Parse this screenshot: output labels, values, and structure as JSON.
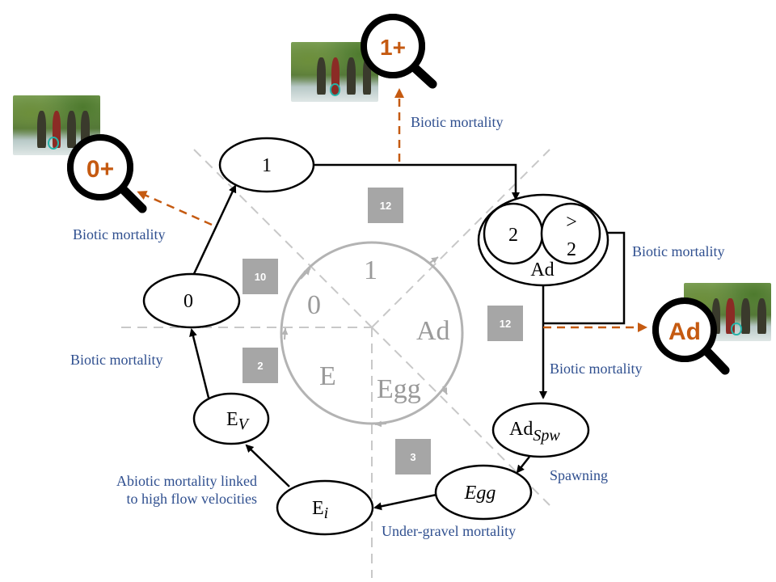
{
  "nodes": {
    "stage1": "1",
    "stage0": "0",
    "ev_main": "E",
    "ev_sub": "V",
    "ei_main": "E",
    "ei_sub": "i",
    "egg": "Egg",
    "adspw_main": "Ad",
    "adspw_sub": "Spw",
    "ad_inner_2": "2",
    "ad_inner_gt": ">",
    "ad_inner_gt2": "2",
    "ad_label": "Ad"
  },
  "center": {
    "q1": "1",
    "q0": "0",
    "qad": "Ad",
    "qe": "E",
    "qegg": "Egg"
  },
  "labels": {
    "biotic_top": "Biotic mortality",
    "biotic_left_upper": "Biotic mortality",
    "biotic_left_lower": "Biotic mortality",
    "biotic_right_upper": "Biotic mortality",
    "biotic_right_lower": "Biotic mortality",
    "abiotic_line1": "Abiotic mortality linked",
    "abiotic_line2": "to high flow velocities",
    "spawning": "Spawning",
    "under_gravel": "Under-gravel mortality"
  },
  "badges": {
    "b12_top": "12",
    "b10": "10",
    "b2": "2",
    "b12_right": "12",
    "b3": "3"
  },
  "magnifiers": {
    "m0": "0+",
    "m1": "1+",
    "mad": "Ad"
  },
  "colors": {
    "accent": "#c55a11",
    "label": "#2f4f8f",
    "guide": "#bfbfbf",
    "badge": "#a6a6a6"
  }
}
